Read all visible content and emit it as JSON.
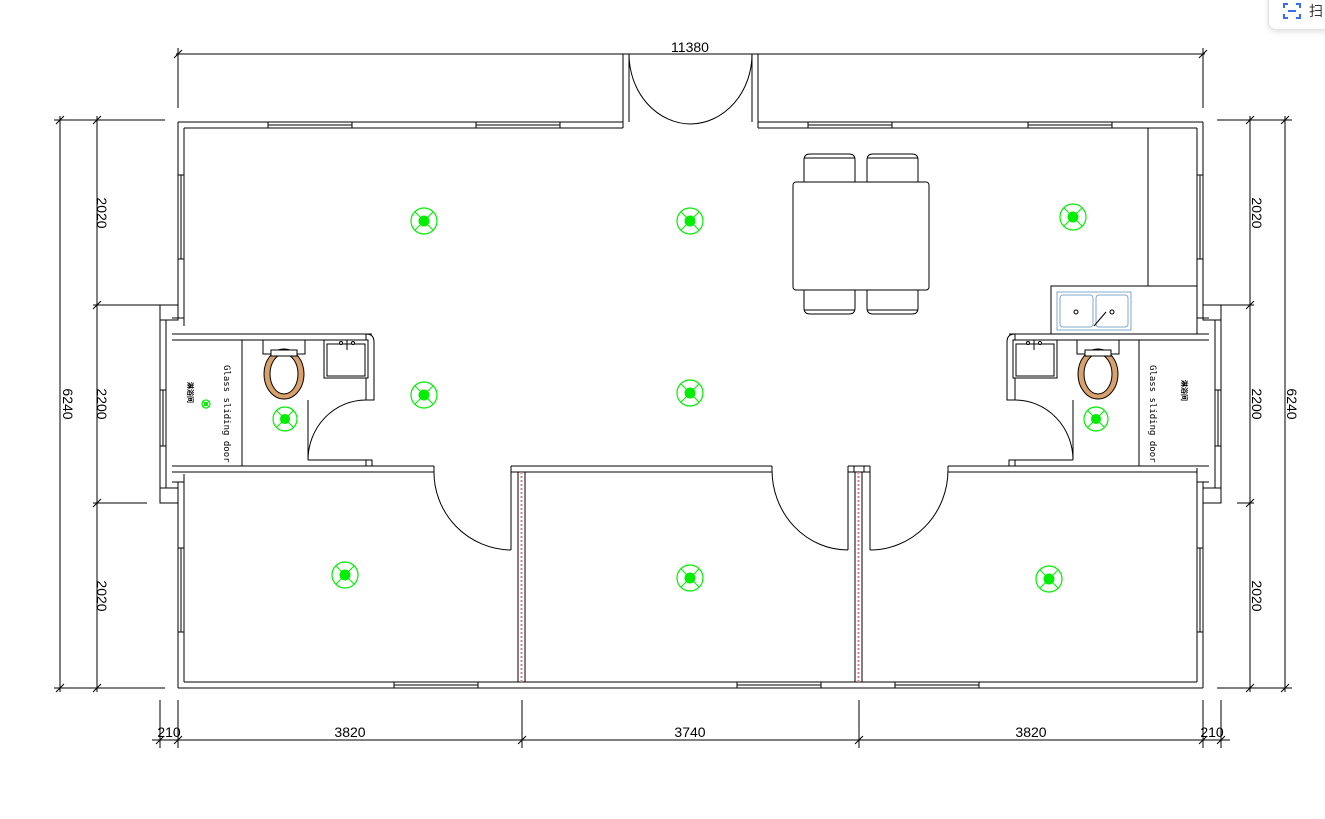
{
  "dimensions": {
    "top_total": "11380",
    "left_total": "6240",
    "right_total": "6240",
    "left_upper": "2020",
    "left_middle": "2200",
    "left_lower": "2020",
    "right_upper": "2020",
    "right_middle": "2200",
    "right_lower": "2020",
    "bottom_left_offset": "210",
    "bottom_room_1": "3820",
    "bottom_room_2": "3740",
    "bottom_room_3": "3820",
    "bottom_right_offset": "210"
  },
  "labels": {
    "left_door": "Glass sliding door",
    "right_door": "Glass sliding door",
    "left_cjk": "淋浴间",
    "right_cjk": "淋浴间"
  },
  "corner_tag": {
    "icon": "scan-icon",
    "text": "扫"
  },
  "colors": {
    "light": "#00ee00",
    "wall": "#000000",
    "partition": "#d98080",
    "sink": "#7fa8c8"
  }
}
